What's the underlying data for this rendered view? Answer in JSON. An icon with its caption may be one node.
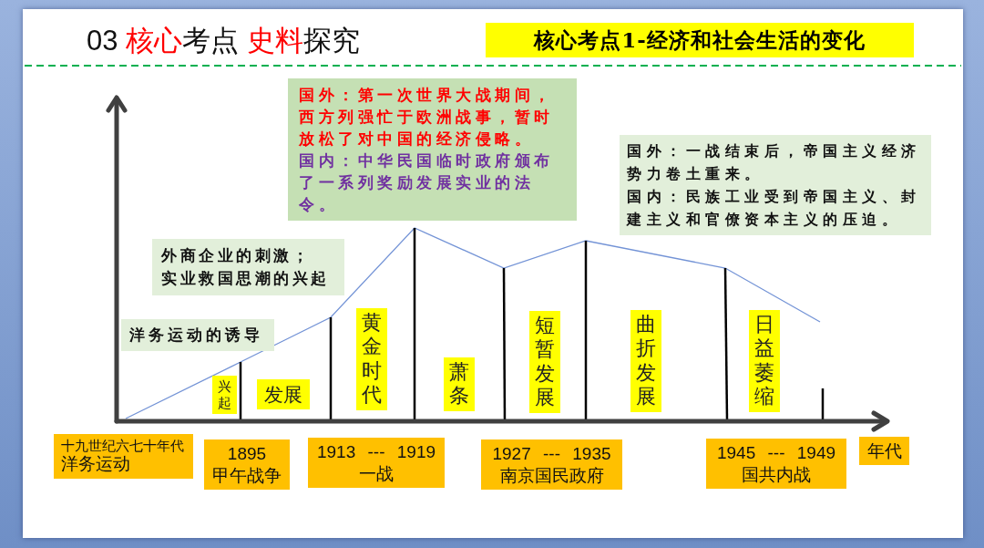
{
  "diagram": {
    "title": "03 核心考点 史料探究",
    "nodes": [
      {
        "text": [
          "核心考点1-经济和社会生活的变化"
        ]
      },
      {
        "text": [
          "国外：第一次世界大战期间，西方列强忙于欧洲战事，暂时放松了对中国的经济侵略。",
          "国内：中华民国临时政府颁布了一系列奖励发展实业的法令。"
        ]
      },
      {
        "text": [
          "国外：一战结束后，帝国主义经济势力卷土重来。",
          "国内：民族工业受到帝国主义、封建主义和官僚资本主义的压迫。"
        ]
      },
      {
        "text": [
          "外商企业的刺激；",
          "实业救国思潮的兴起"
        ]
      },
      {
        "text": [
          "洋务运动的诱导"
        ]
      },
      {
        "text": [
          "兴起"
        ]
      },
      {
        "text": [
          "发展"
        ]
      },
      {
        "text": [
          "黄金时代"
        ]
      },
      {
        "text": [
          "萧条"
        ]
      },
      {
        "text": [
          "短暂发展"
        ]
      },
      {
        "text": [
          "曲折发展"
        ]
      },
      {
        "text": [
          "日益萎缩"
        ]
      },
      {
        "text": [
          "十九世纪六七十年代",
          "洋务运动"
        ]
      },
      {
        "text": [
          "1895",
          "甲午战争"
        ]
      },
      {
        "text": [
          "1913 --- 1919",
          "一战"
        ]
      },
      {
        "text": [
          "1927 --- 1935",
          "南京国民政府"
        ]
      },
      {
        "text": [
          "1945 --- 1949",
          "国共内战"
        ]
      },
      {
        "text": [
          "年代"
        ]
      }
    ]
  }
}
